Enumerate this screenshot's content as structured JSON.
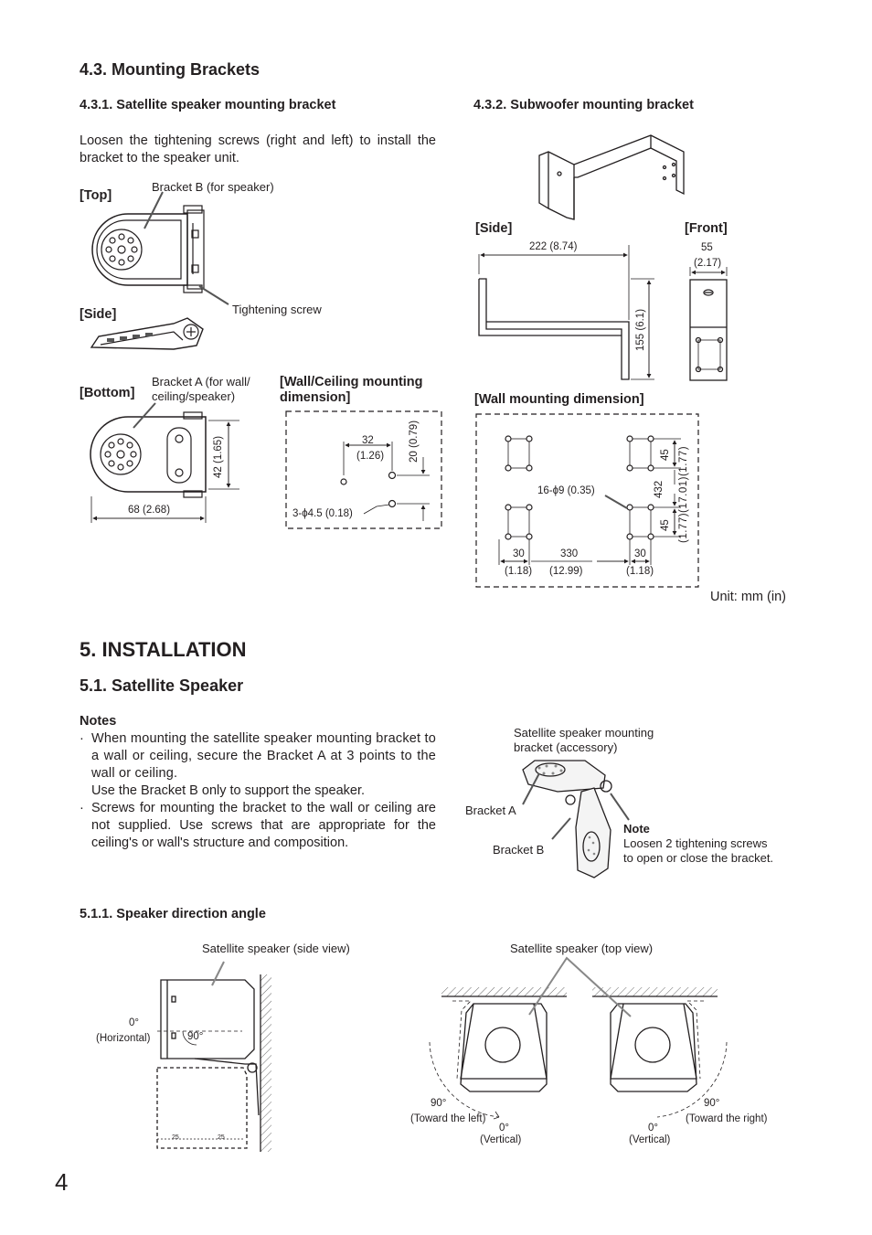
{
  "section_4_3": {
    "title": "4.3. Mounting Brackets",
    "sat": {
      "title": "4.3.1. Satellite speaker mounting bracket",
      "intro": "Loosen the tightening screws (right and left) to install the bracket to the speaker unit.",
      "top_label": "[Top]",
      "bracket_b": "Bracket B (for speaker)",
      "side_label": "[Side]",
      "tightening_screw": "Tightening screw",
      "bottom_label": "[Bottom]",
      "bracket_a_line1": "Bracket A (for wall/",
      "bracket_a_line2": "ceiling/speaker)",
      "dim_42": "42 (1.65)",
      "dim_68": "68 (2.68)",
      "wall_ceiling_line1": "[Wall/Ceiling mounting",
      "wall_ceiling_line2": "dimension]",
      "dim_32": "32",
      "dim_32_in": "(1.26)",
      "dim_20": "20 (0.79)",
      "holes": "3-ϕ4.5 (0.18)"
    },
    "sub": {
      "title": "4.3.2. Subwoofer mounting bracket",
      "side_label": "[Side]",
      "front_label": "[Front]",
      "dim_222": "222 (8.74)",
      "dim_55": "55",
      "dim_55_in": "(2.17)",
      "dim_155": "155 (6.1)",
      "wall_dim_label": "[Wall mounting dimension]",
      "holes": "16-ϕ9 (0.35)",
      "dim_45a": "45",
      "dim_45b": "45",
      "dim_432": "432",
      "dim_17701": "(1.77)(17.01)(1.77)",
      "dim_30a": "30",
      "dim_330": "330",
      "dim_30b": "30",
      "dim_118a": "(1.18)",
      "dim_1299": "(12.99)",
      "dim_118b": "(1.18)",
      "unit": "Unit: mm (in)"
    }
  },
  "section_5": {
    "title": "5. INSTALLATION",
    "sub_title": "5.1. Satellite Speaker",
    "notes_title": "Notes",
    "note1_a": "When mounting the satellite speaker mounting bracket to a wall or ceiling, secure the Bracket A at 3 points to the wall or ceiling.",
    "note1_b": "Use the Bracket B only to support the speaker.",
    "note2": "Screws for mounting the bracket to the wall or ceiling are not supplied. Use screws that are appropriate for the ceiling's or wall's structure and composition.",
    "acc_line1": "Satellite speaker mounting",
    "acc_line2": "bracket (accessory)",
    "bracket_a": "Bracket A",
    "bracket_b": "Bracket B",
    "note_title": "Note",
    "note_line1": "Loosen 2 tightening screws",
    "note_line2": "to open or close the bracket.",
    "angle": {
      "title": "5.1.1. Speaker direction angle",
      "side_view": "Satellite speaker (side view)",
      "top_view": "Satellite speaker (top view)",
      "zero_deg": "0°",
      "horizontal": "(Horizontal)",
      "ninety": "90°",
      "ninety_left": "90°",
      "toward_left": "(Toward the left)",
      "zero_v1": "0°",
      "vertical1": "(Vertical)",
      "zero_v2": "0°",
      "vertical2": "(Vertical)",
      "ninety_right": "90°",
      "toward_right": "(Toward the right)",
      "ruler_a": "25",
      "ruler_b": "25"
    }
  },
  "page_number": "4"
}
